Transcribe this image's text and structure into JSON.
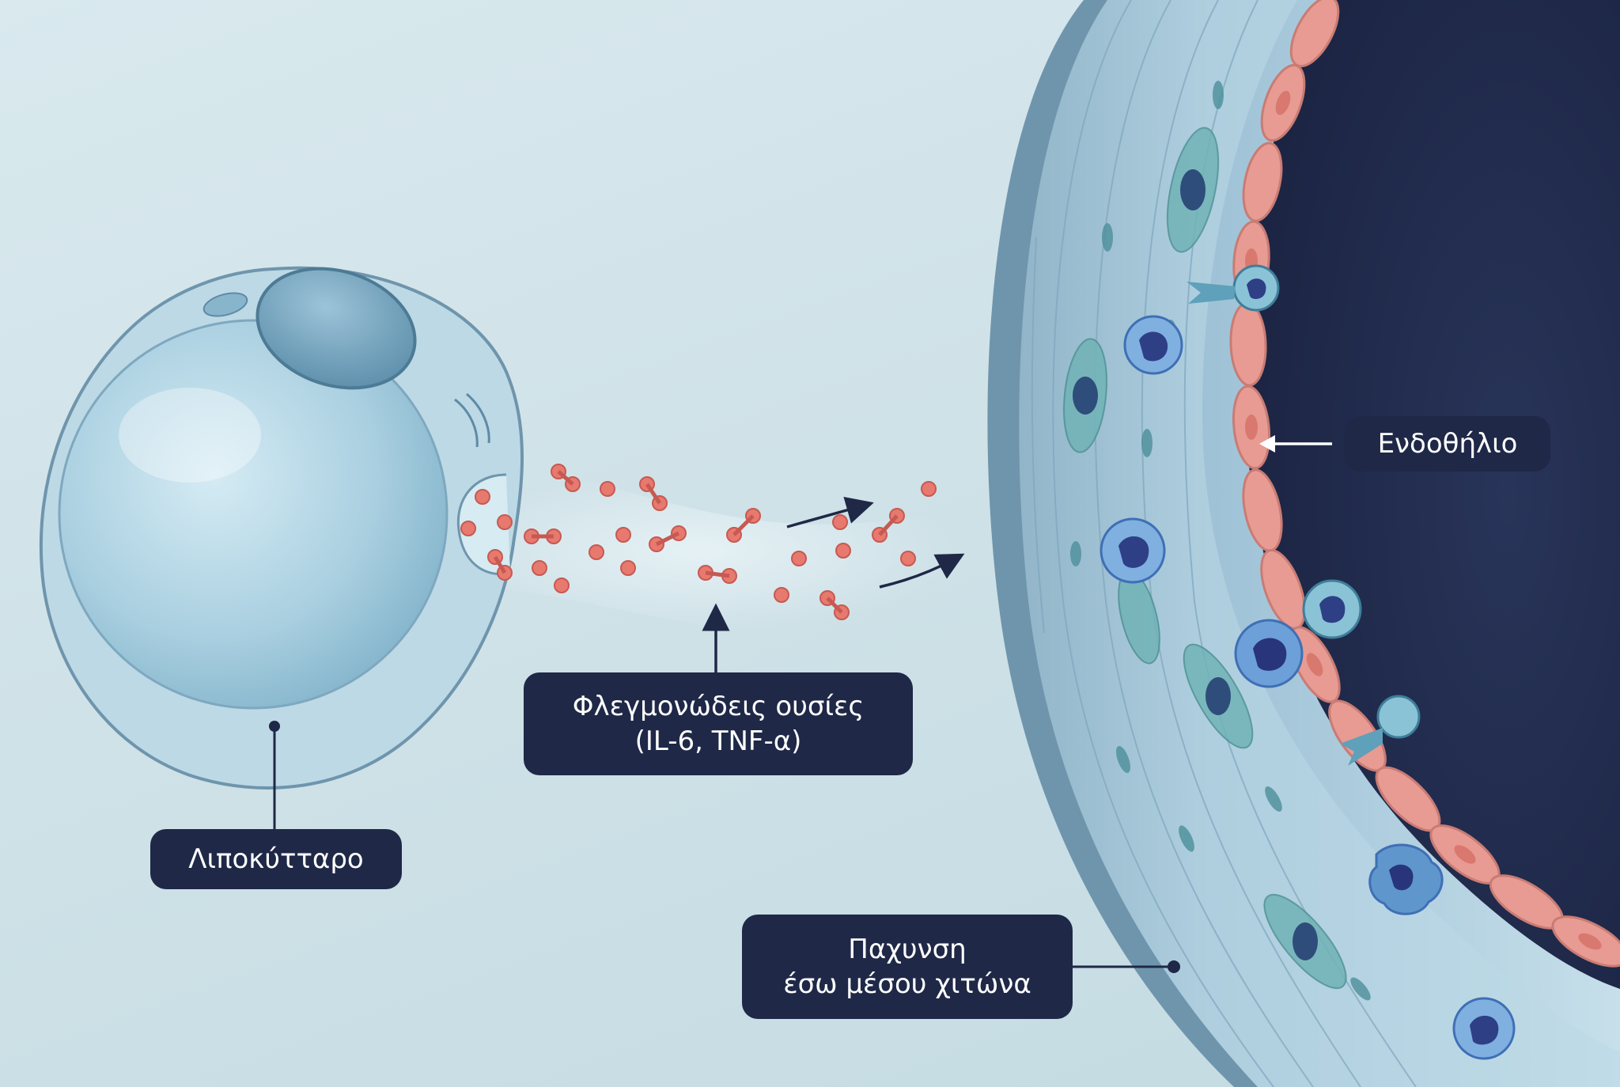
{
  "labels": {
    "adipocyte": "Λιποκύτταρο",
    "inflammatory_line1": "Φλεγμονώδεις ουσίες",
    "inflammatory_line2": "(IL-6, TNF-α)",
    "endothelium": "Ενδοθήλιο",
    "intima_line1": "Παχυνση",
    "intima_line2": "έσω μέσου χιτώνα"
  },
  "colors": {
    "label_background": "#1f2847",
    "label_text": "#ffffff",
    "lumen": "#1e2746",
    "endothelial_cells": "#e79b92",
    "cytokines": "#e8796f",
    "vessel_wall": "#7aa3bd",
    "adipocyte": "#a9cfe0",
    "immune_cells": "#4a7fc8"
  },
  "icons": [
    "pointer-arrow",
    "flow-arrow",
    "anchor-dot"
  ]
}
